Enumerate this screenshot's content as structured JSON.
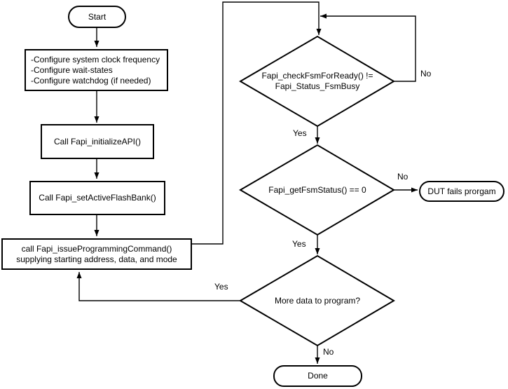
{
  "diagram": {
    "kind": "flowchart",
    "colors": {
      "stroke": "#000000",
      "fill": "#ffffff",
      "text": "#000000"
    },
    "nodes": {
      "start": {
        "label": "Start"
      },
      "configure": {
        "lines": [
          "-Configure system clock frequency",
          "-Configure wait-states",
          "-Configure watchdog (if needed)"
        ]
      },
      "initialize_api": {
        "label": "Call Fapi_initializeAPI()"
      },
      "set_active_flash_bank": {
        "label": "Call Fapi_setActiveFlashBank()"
      },
      "issue_programming_command": {
        "lines": [
          "call Fapi_issueProgrammingCommand()",
          "supplying starting address, data, and mode"
        ]
      },
      "check_fsm_ready": {
        "lines": [
          "Fapi_checkFsmForReady() !=",
          "Fapi_Status_FsmBusy"
        ]
      },
      "get_fsm_status": {
        "label": "Fapi_getFsmStatus() == 0"
      },
      "more_data": {
        "label": "More data to program?"
      },
      "dut_fails": {
        "label": "DUT fails prorgam"
      },
      "done": {
        "label": "Done"
      }
    },
    "edge_labels": {
      "check_fsm_no": "No",
      "check_fsm_yes": "Yes",
      "get_status_no": "No",
      "get_status_yes": "Yes",
      "more_data_yes": "Yes",
      "more_data_no": "No"
    }
  }
}
